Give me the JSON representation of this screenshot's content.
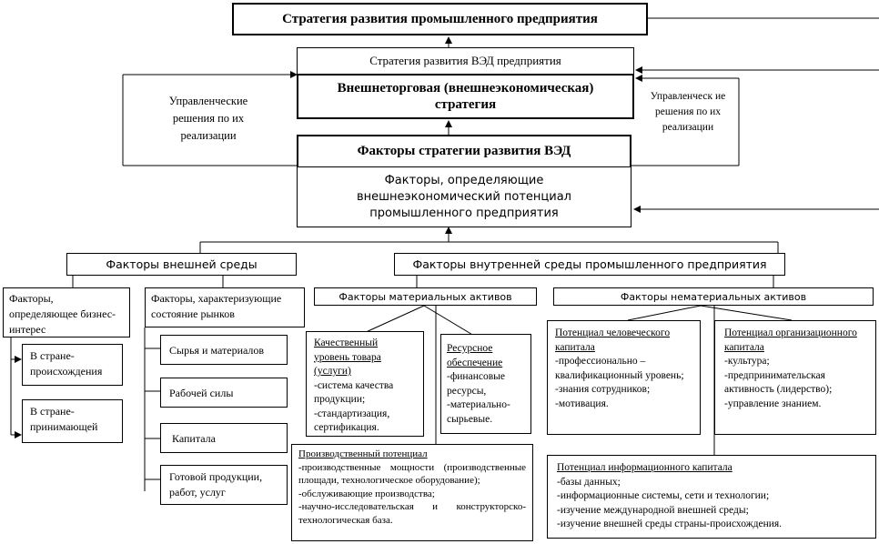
{
  "top_strategy": "Стратегия развития промышленного предприятия",
  "ved_strategy": "Стратегия развития ВЭД предприятия",
  "foreign_trade_strategy": "Внешнеторговая (внешнеэкономическая) стратегия",
  "left_decisions": "Управленческие решения по их реализации",
  "right_decisions": "Управленческ ие решения по их реализации",
  "factors_title": "Факторы стратегии развития ВЭД",
  "potential_factors": "Факторы, определяющие внешнеэкономический потенциал промышленного предприятия",
  "external_env": "Факторы внешней среды",
  "internal_env": "Факторы внутренней среды промышленного предприятия",
  "business_interest": "Факторы, определяющее бизнес-интерес",
  "country_origin": "В стране-происхождения",
  "country_host": "В стране-принимающей",
  "market_state": "Факторы, характеризующие состояние рынков",
  "markets": [
    "Сырья и материалов",
    "Рабочей силы",
    "Капитала",
    "Готовой продукции, работ, услуг"
  ],
  "material_assets": "Факторы материальных активов",
  "intangible_assets": "Факторы нематериальных активов",
  "quality": {
    "title": "Качественный уровень товара (услуги)",
    "items": [
      "-система качества продукции;",
      "-стандартизация, сертификация."
    ]
  },
  "resources": {
    "title": "Ресурсное обеспечение",
    "items": [
      "-финансовые ресурсы,",
      "-материально-сырьевые."
    ]
  },
  "production": {
    "title": "Производственный потенциал",
    "items": [
      "-производственные мощности (производственные площади, технологическое оборудование);",
      "-обслуживающие производства;",
      "-научно-исследовательская и конструкторско-технологическая база."
    ]
  },
  "human_capital": {
    "title": "Потенциал человеческого капитала",
    "items": [
      "-профессионально – квалификационный уровень;",
      "-знания сотрудников;",
      "-мотивация."
    ]
  },
  "org_capital": {
    "title": "Потенциал организационного капитала",
    "items": [
      "-культура;",
      "-предпринимательская активность (лидерство);",
      "-управление знанием."
    ]
  },
  "info_capital": {
    "title": "Потенциал информационного капитала",
    "items": [
      "-базы данных;",
      "-информационные системы, сети и технологии;",
      "-изучение международной внешней среды;",
      "-изучение внешней среды страны-происхождения."
    ]
  }
}
